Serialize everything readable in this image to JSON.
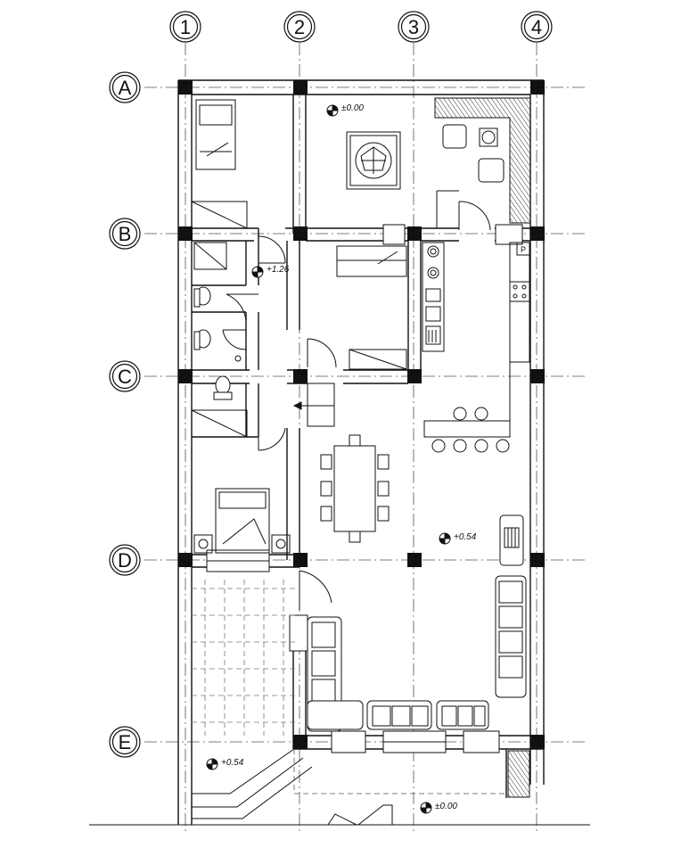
{
  "grid": {
    "columns": [
      "1",
      "2",
      "3",
      "4"
    ],
    "rows": [
      "A",
      "B",
      "C",
      "D",
      "E"
    ]
  },
  "levels": {
    "living_top": "±0.00",
    "bath_hall": "+1.26",
    "living_main": "+0.54",
    "yard": "+0.54",
    "entry": "±0.00"
  },
  "kitchen": {
    "fridge_label": "P"
  }
}
